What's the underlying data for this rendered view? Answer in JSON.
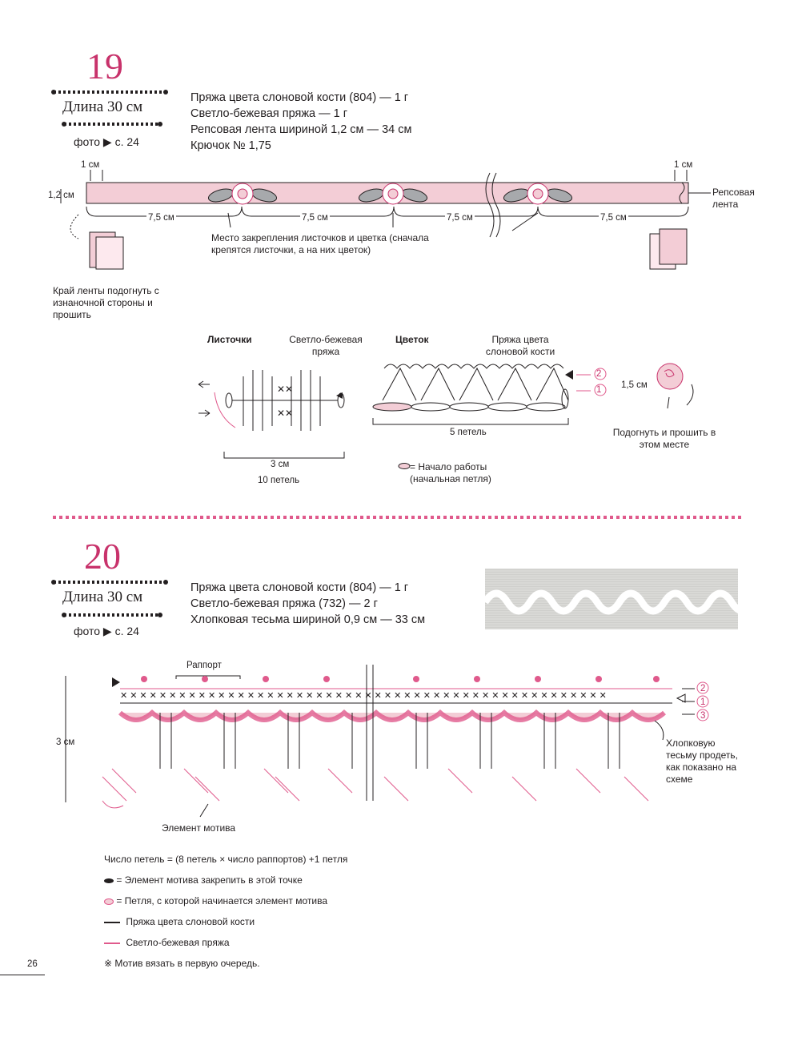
{
  "pattern19": {
    "number": "19",
    "length": "Длина 30 см",
    "photo_ref": "фото ▶ с. 24",
    "materials": [
      "Пряжа цвета слоновой кости (804) — 1 г",
      "Светло-бежевая пряжа — 1 г",
      "Репсовая лента шириной 1,2 см — 34 см",
      "Крючок № 1,75"
    ],
    "diagram": {
      "dim_1cm_left": "1 см",
      "dim_1cm_right": "1 см",
      "dim_height": "1,2 см",
      "spacing": [
        "7,5 см",
        "7,5 см",
        "7,5 см",
        "7,5 см"
      ],
      "ribbon_label": "Репсовая лента",
      "attach_note": "Место закрепления листочков и цветка (сначала крепятся листочки, а на них цветок)",
      "edge_note": "Край ленты подогнуть с изнаночной стороны и прошить"
    },
    "leaves": {
      "title": "Листочки",
      "yarn": "Светло-бежевая пряжа",
      "width": "3 см",
      "count": "10 петель"
    },
    "flower": {
      "title": "Цветок",
      "yarn": "Пряжа цвета слоновой кости",
      "count": "5 петель",
      "row2": "2",
      "row1": "1",
      "size": "1,5 см",
      "fold_note": "Подогнуть и прошить в этом месте"
    },
    "start_note": "= Начало работы (начальная петля)"
  },
  "pattern20": {
    "number": "20",
    "length": "Длина 30 см",
    "photo_ref": "фото ▶ с. 24",
    "materials": [
      "Пряжа цвета слоновой кости (804) — 1 г",
      "Светло-бежевая пряжа (732) — 2 г",
      "Хлопковая тесьма шириной 0,9 см — 33 см"
    ],
    "diagram": {
      "repeat": "Раппорт",
      "height": "3 см",
      "row2": "2",
      "row1": "1",
      "row3": "3",
      "tape_note": "Хлопковую тесьму продеть, как показано на схеме",
      "motif": "Элемент мотива"
    },
    "legend": [
      "Число петель = (8 петель × число раппортов) +1 петля",
      "= Элемент мотива закрепить в этой точке",
      "= Петля, с которой начинается элемент мотива",
      "Пряжа цвета слоновой кости",
      "Светло-бежевая пряжа",
      "※ Мотив вязать в первую очередь."
    ]
  },
  "page_number": "26",
  "colors": {
    "accent": "#c8326b",
    "pink": "#e05a8c",
    "ribbon": "#f3cdd6",
    "leaf": "#a7a9ac"
  }
}
